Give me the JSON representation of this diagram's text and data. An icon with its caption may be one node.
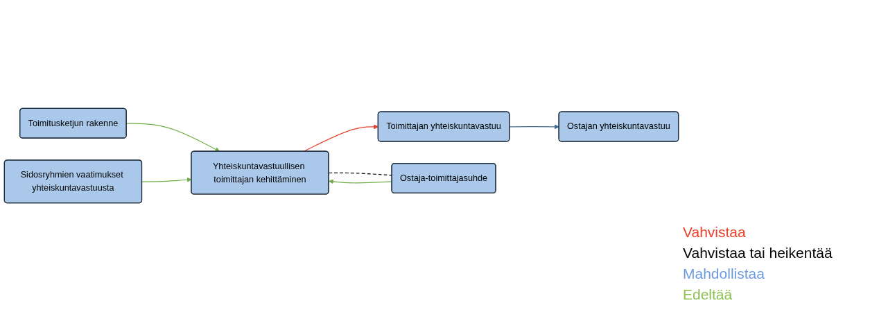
{
  "diagram": {
    "nodes": [
      {
        "text": [
          "Toimitusketjun rakenne"
        ]
      },
      {
        "text": [
          "Toimittajan yhteiskuntavastuu"
        ]
      },
      {
        "text": [
          "Yhteiskuntavastuullisen toimittajan kehittäminen"
        ]
      },
      {
        "text": [
          "Ostajan yhteiskuntavastuu"
        ]
      },
      {
        "text": [
          "Sidosryhmien vaatimukset yhteiskuntavastuusta"
        ]
      },
      {
        "text": [
          "Ostaja-toimittajasuhde"
        ]
      }
    ],
    "edges": [
      {
        "from": 0,
        "to": 2,
        "arrow": "to"
      },
      {
        "from": 2,
        "to": 1,
        "arrow": "to",
        "color": "#e8402a"
      },
      {
        "from": 1,
        "to": 3,
        "arrow": "to",
        "color": "#41698c"
      },
      {
        "from": 4,
        "to": 2,
        "arrow": "to"
      },
      {
        "from": 5,
        "to": 2,
        "arrow": "to"
      },
      {
        "from": 2,
        "to": 5,
        "arrow": "none",
        "style": "dashed",
        "color": "#000000"
      }
    ],
    "legend": [
      {
        "text": "Vahvistaa",
        "color": "#e8402a"
      },
      {
        "text": "Vahvistaa tai heikentää",
        "color": "#000000"
      },
      {
        "text": "Mahdollistaa",
        "color": "#6d9be0"
      },
      {
        "text": "Edeltää",
        "color": "#8cc152"
      }
    ]
  }
}
